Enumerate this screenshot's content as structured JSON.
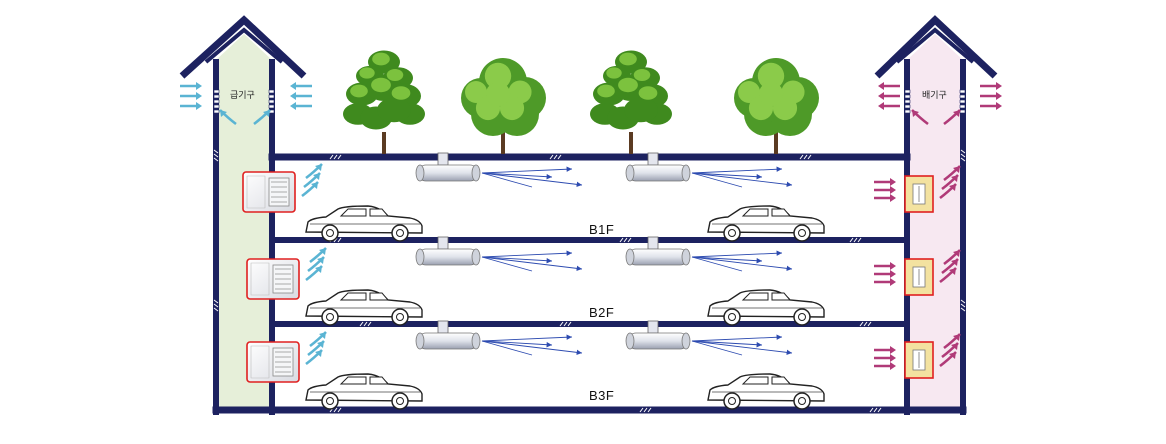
{
  "shafts": {
    "supply": {
      "label": "급기구",
      "fill": "#e6efd9",
      "arrow_color": "#5ab4d3"
    },
    "exhaust": {
      "label": "배기구",
      "fill": "#f7e8f1",
      "arrow_color": "#b03a78"
    }
  },
  "floors": [
    {
      "label": "B1F"
    },
    {
      "label": "B2F"
    },
    {
      "label": "B3F"
    }
  ],
  "colors": {
    "structure": "#1d2260",
    "unit_border": "#e02020",
    "jet_flow": "#2d4bb0",
    "exhaust_unit": "#f3e2a0"
  },
  "icons": [
    "tree-icon",
    "car-icon",
    "jet-fan-icon",
    "supply-fan-unit-icon",
    "exhaust-fan-unit-icon",
    "airflow-arrow-icon"
  ]
}
